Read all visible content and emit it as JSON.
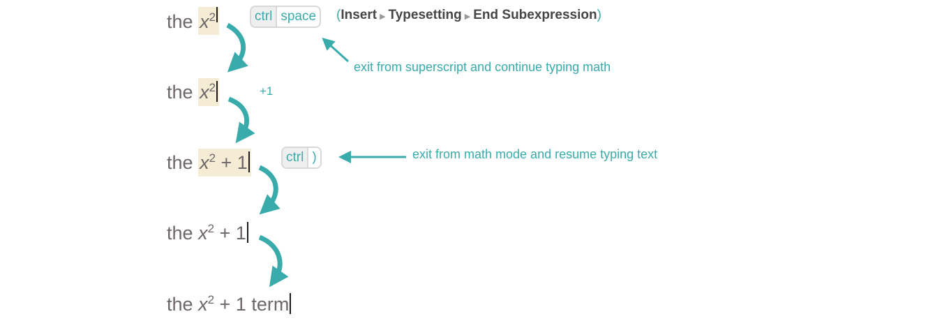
{
  "rows": [
    {
      "word": "the",
      "var": "x",
      "exp": "2",
      "rest": "",
      "after": ""
    },
    {
      "word": "the",
      "var": "x",
      "exp": "2",
      "rest": "",
      "after": ""
    },
    {
      "word": "the",
      "var": "x",
      "exp": "2",
      "rest": " + 1",
      "after": ""
    },
    {
      "word": "the",
      "var": "x",
      "exp": "2",
      "rest": " + 1",
      "after": ""
    },
    {
      "word": "the",
      "var": "x",
      "exp": "2",
      "rest": " + 1",
      "after": " term"
    }
  ],
  "step1": {
    "keys": [
      "ctrl",
      "space"
    ],
    "open_paren": "(",
    "menu": [
      "Insert",
      "Typesetting",
      "End Subexpression"
    ],
    "close_paren": ")",
    "note": "exit from superscript and continue typing math"
  },
  "step2": {
    "typed": "+1"
  },
  "step3": {
    "keys": [
      "ctrl",
      ")"
    ],
    "note": "exit from math mode and resume typing text"
  },
  "colors": {
    "accent": "#3aabab",
    "highlight": "#f5ecd6",
    "text": "#6e6769"
  }
}
